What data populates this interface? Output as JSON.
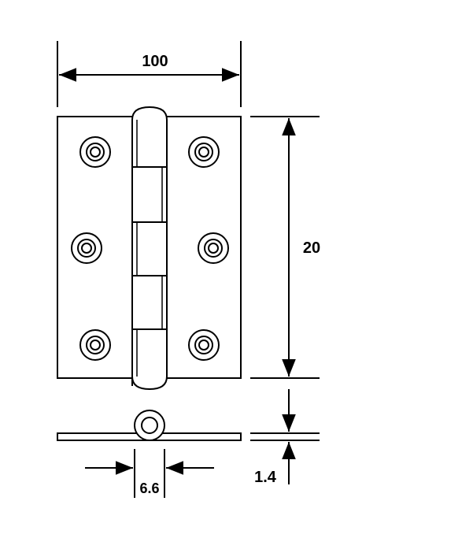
{
  "dimensions": {
    "width_label": "100",
    "height_label": "20",
    "knuckle_label": "6.6",
    "thickness_label": "1.4"
  },
  "colors": {
    "line": "#000000",
    "background": "#ffffff"
  }
}
